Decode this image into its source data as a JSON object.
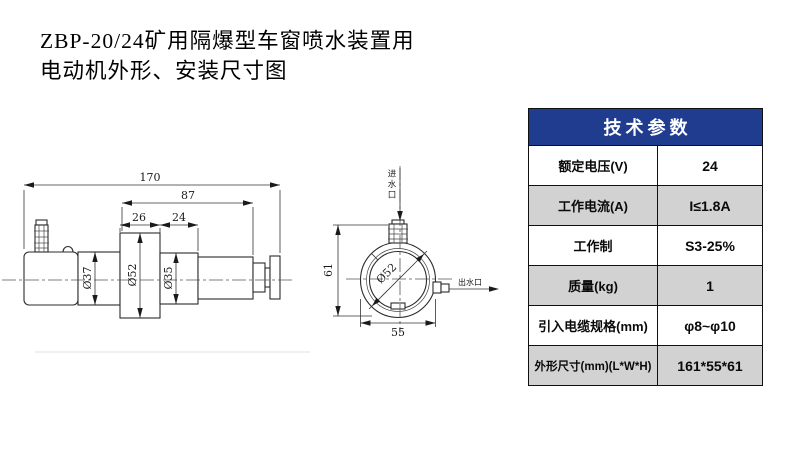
{
  "title": {
    "line1": "ZBP-20/24矿用隔爆型车窗喷水装置用",
    "line2": "电动机外形、安装尺寸图"
  },
  "drawing": {
    "side_view": {
      "dim_overall_length": "170",
      "dim_front_length": "87",
      "dim_flange_width": "26",
      "dim_section_width": "24",
      "dim_body_diameter": "Ø37",
      "dim_flange_diameter": "Ø52",
      "dim_section_diameter": "Ø35"
    },
    "front_view": {
      "dim_height": "61",
      "dim_width": "55",
      "dim_bore_diameter": "Ø52",
      "inlet_label": "进水口",
      "outlet_label": "出水口"
    }
  },
  "table": {
    "header": "技术参数",
    "rows": [
      {
        "label": "额定电压(V)",
        "value": "24"
      },
      {
        "label": "工作电流(A)",
        "value": "I≤1.8A"
      },
      {
        "label": "工作制",
        "value": "S3-25%"
      },
      {
        "label": "质量(kg)",
        "value": "1"
      },
      {
        "label": "引入电缆规格(mm)",
        "value": "φ8~φ10"
      },
      {
        "label": "外形尺寸(mm)(L*W*H)",
        "value": "161*55*61"
      }
    ]
  },
  "colors": {
    "table_header_bg": "#203c8f",
    "table_header_text": "#ffffff",
    "table_alt_row_bg": "#d2d2d2",
    "drawing_line": "#2b2b2b"
  }
}
